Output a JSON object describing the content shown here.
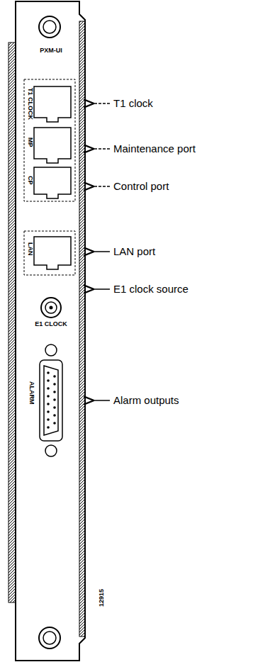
{
  "diagram": {
    "labels": [
      "PXM-UI",
      "T1 CLOCK",
      "MP",
      "CP",
      "LAN",
      "E1 CLOCK",
      "ALARM",
      "T1 clock",
      "Maintenance port",
      "Control port",
      "LAN port",
      "E1 clock source",
      "Alarm outputs",
      "12915"
    ]
  }
}
